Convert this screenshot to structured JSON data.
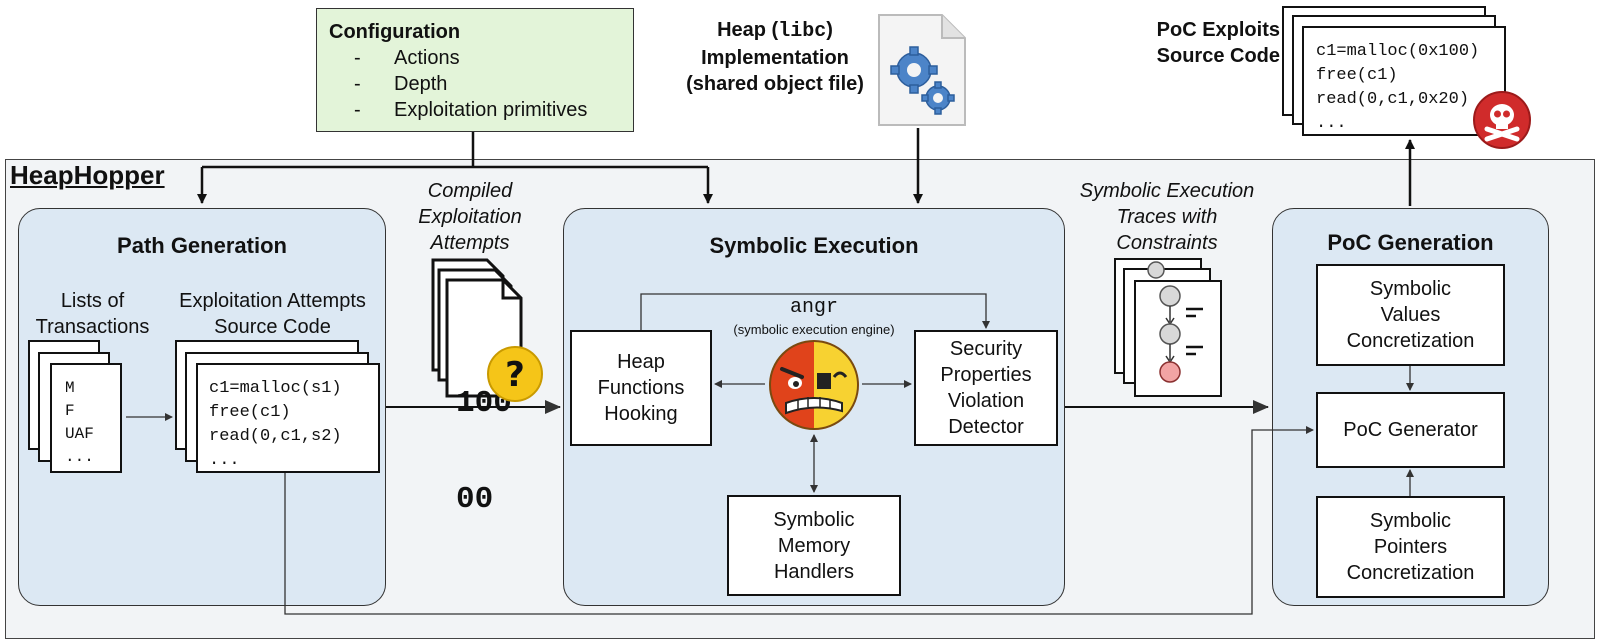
{
  "config": {
    "title": "Configuration",
    "items": [
      {
        "dash": "-",
        "label": "Actions"
      },
      {
        "dash": "-",
        "label": "Depth"
      },
      {
        "dash": "-",
        "label": "Exploitation primitives"
      }
    ],
    "color": "#e3f4d9"
  },
  "heap_impl": {
    "line1_prefix": "Heap (",
    "line1_mono": "libc",
    "line1_suffix": ")",
    "line2": "Implementation",
    "line3": "(shared object file)",
    "icon": "gears-file-icon"
  },
  "poc_exploits": {
    "title1": "PoC Exploits",
    "title2": "Source Code",
    "code": [
      "c1=malloc(0x100)",
      "free(c1)",
      "read(0,c1,0x20)",
      "..."
    ],
    "icon": "skull-crossbones-icon",
    "icon_color": "#d02b2b"
  },
  "heaphopper": {
    "title": "HeapHopper"
  },
  "path_generation": {
    "title": "Path Generation",
    "lists_label1": "Lists of",
    "lists_label2": "Transactions",
    "lists_items": [
      "M",
      "F",
      "UAF",
      "..."
    ],
    "attempts_label1": "Exploitation Attempts",
    "attempts_label2": "Source Code",
    "attempts_code": [
      "c1=malloc(s1)",
      "free(c1)",
      "read(0,c1,s2)",
      "..."
    ]
  },
  "compiled": {
    "lines": [
      "Compiled",
      "Exploitation",
      "Attempts"
    ],
    "binary_text": [
      "100",
      "00"
    ],
    "icon": "question-mark-icon"
  },
  "symbolic_execution": {
    "title": "Symbolic Execution",
    "engine_name": "angr",
    "engine_desc": "(symbolic execution engine)",
    "hooking": [
      "Heap",
      "Functions",
      "Hooking"
    ],
    "detector": [
      "Security",
      "Properties",
      "Violation",
      "Detector"
    ],
    "memory": [
      "Symbolic",
      "Memory",
      "Handlers"
    ],
    "icon": "angr-mascot-icon"
  },
  "traces": {
    "lines": [
      "Symbolic Execution",
      "Traces with",
      "Constraints"
    ]
  },
  "poc_generation": {
    "title": "PoC Generation",
    "values": [
      "Symbolic",
      "Values",
      "Concretization"
    ],
    "generator": "PoC Generator",
    "pointers": [
      "Symbolic",
      "Pointers",
      "Concretization"
    ]
  }
}
